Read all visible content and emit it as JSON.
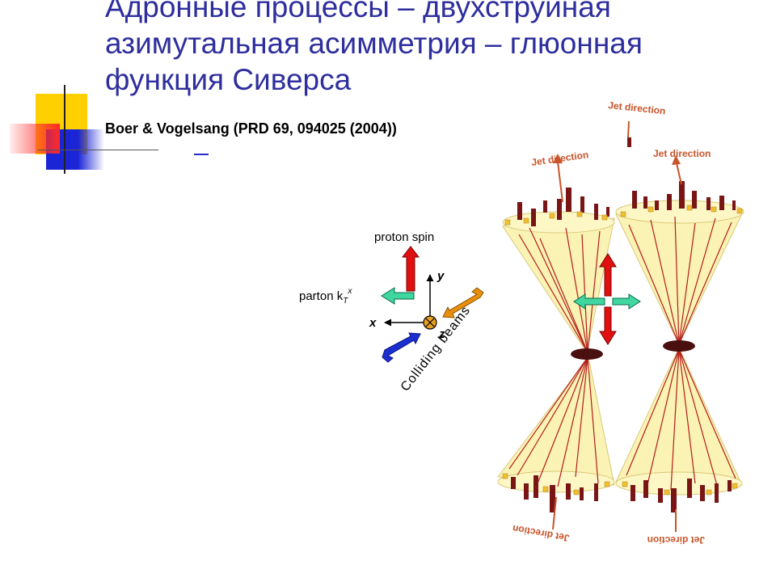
{
  "slide": {
    "title_lines": [
      "Адронные процессы – двухструйная",
      "азимутальная асимметрия – глюонная",
      "функция Сиверса"
    ],
    "subtitle": "Boer & Vogelsang (PRD 69, 094025 (2004))"
  },
  "diagram": {
    "proton_spin_label": "proton spin",
    "parton_label_main": "parton k",
    "parton_label_sub": "T",
    "parton_label_sup": "x",
    "axis_y": "y",
    "axis_x": "x",
    "axis_z": "z",
    "beams_label": "Colliding beams",
    "jet_labels": [
      "Jet direction",
      "Jet direction",
      "Jet direction",
      "Jet direction",
      "Jet direction"
    ]
  },
  "colors": {
    "title": "#2e2e9e",
    "cone_fill": "#fbf3b4",
    "cone_stroke": "#d9c878",
    "track": "#b31d1d",
    "tower": "#7a1515",
    "jet_text": "#c8542a",
    "spin_arrow": "#e01010",
    "kt_arrow": "#3fd6a0",
    "beam_blue": "#1b2fd0",
    "beam_orange": "#e8900c",
    "deco_yellow": "#ffd000",
    "deco_blue": "#1c25d6",
    "deco_red": "#ff2a2a"
  }
}
